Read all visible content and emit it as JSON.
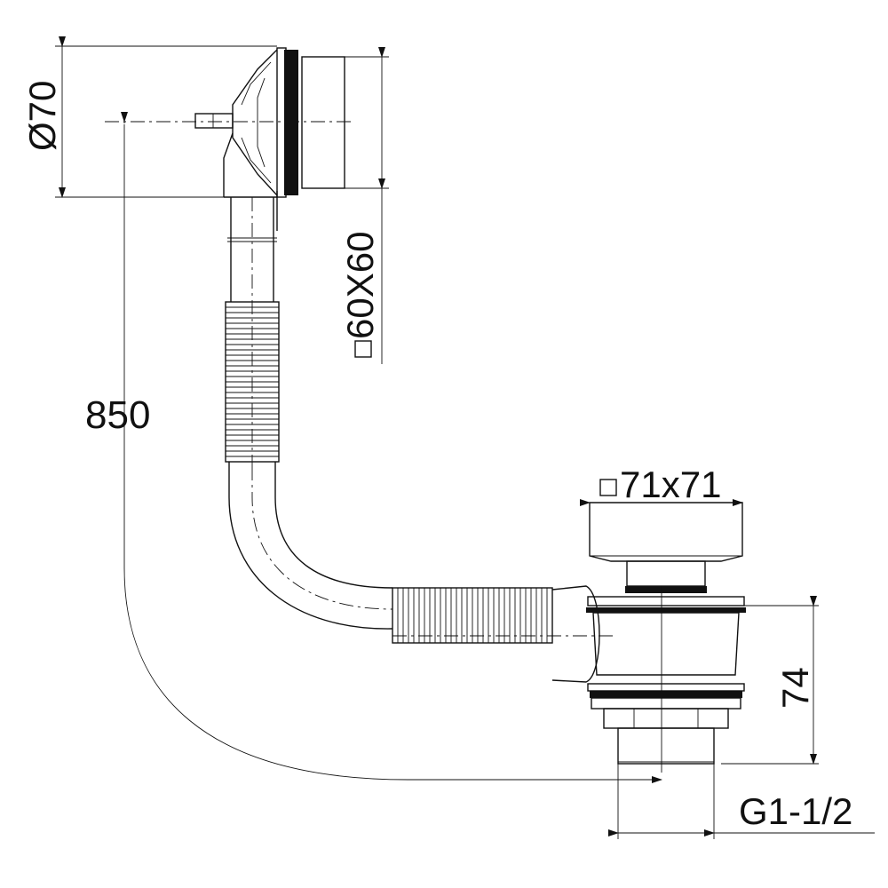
{
  "dimensions": {
    "overflow_diameter": "Ø70",
    "overflow_square": "60X60",
    "length": "850",
    "waste_square": "71x71",
    "waste_height": "74",
    "thread": "G1-1/2"
  },
  "colors": {
    "line": "#111111",
    "background": "#ffffff"
  }
}
